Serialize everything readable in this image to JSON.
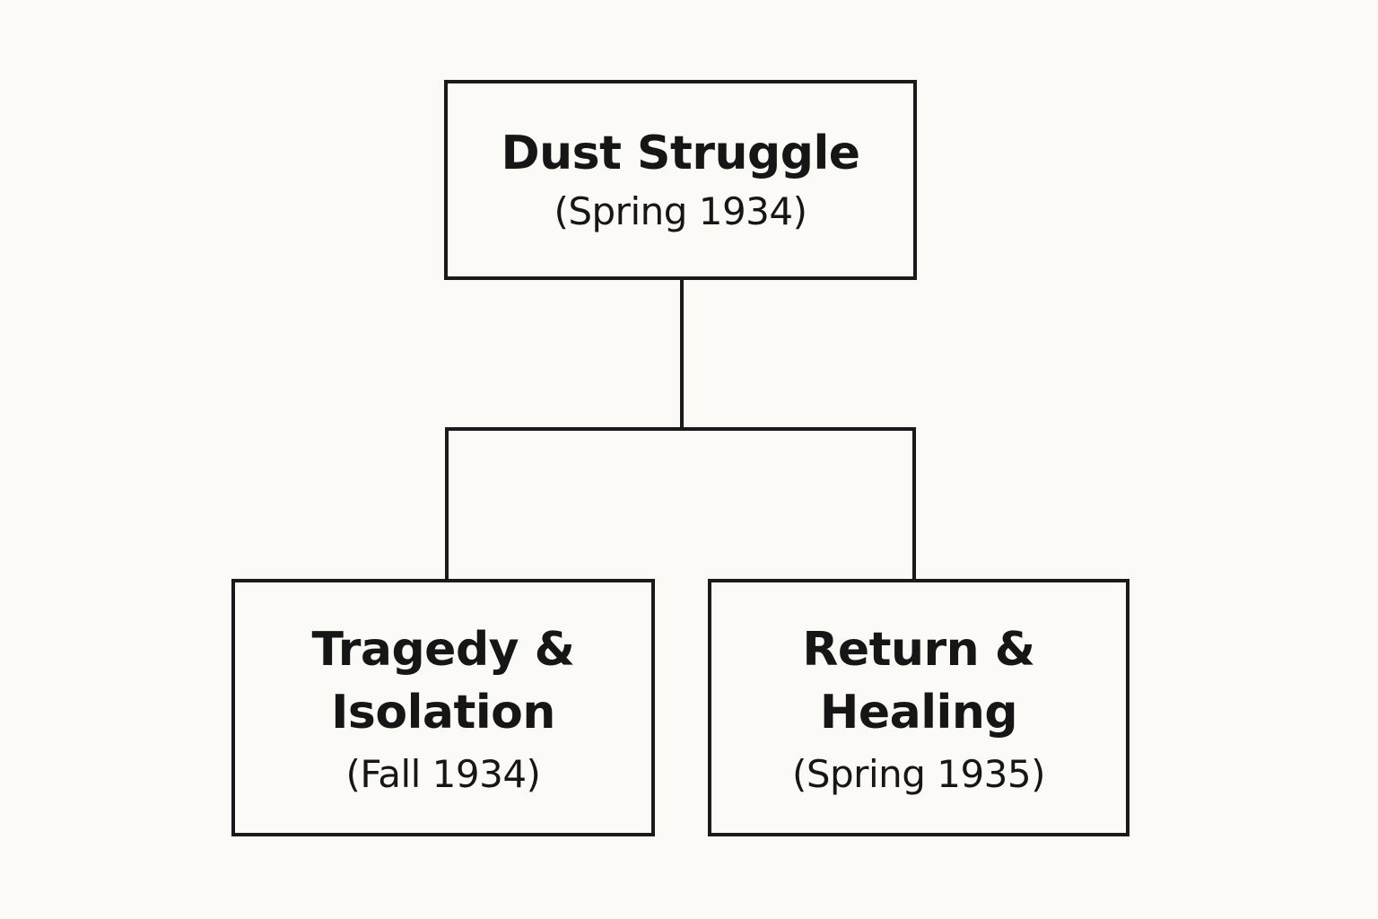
{
  "diagram": {
    "type": "tree",
    "root": {
      "id": "dust-struggle",
      "title": "Dust Struggle",
      "period": "(Spring 1934)"
    },
    "children": [
      {
        "id": "tragedy-isolation",
        "title_lines": [
          "Tragedy &",
          "Isolation"
        ],
        "period": "(Fall 1934)"
      },
      {
        "id": "return-healing",
        "title_lines": [
          "Return &",
          "Healing"
        ],
        "period": "(Spring 1935)"
      }
    ],
    "edges": [
      {
        "from": "dust-struggle",
        "to": "tragedy-isolation"
      },
      {
        "from": "dust-struggle",
        "to": "return-healing"
      }
    ]
  }
}
